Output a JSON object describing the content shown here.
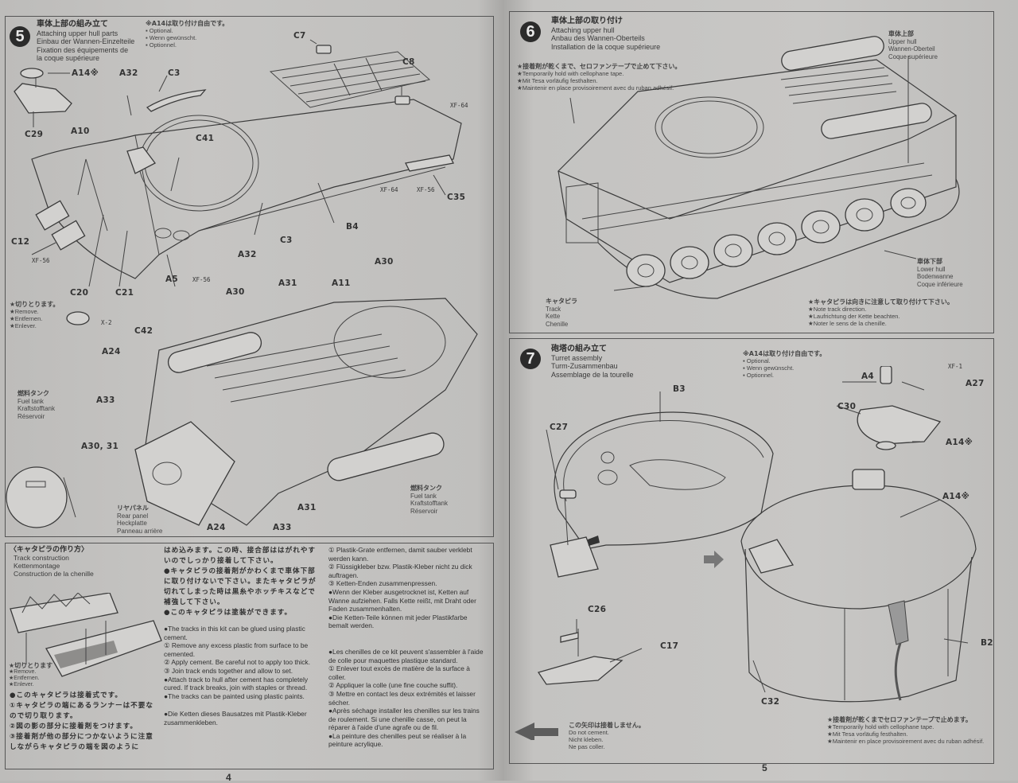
{
  "left_page": {
    "page_number": "4",
    "step5": {
      "number": "5",
      "title_jp": "車体上部の組み立て",
      "title_en": "Attaching upper hull parts",
      "title_de": "Einbau der Wannen-Einzelteile",
      "title_fr_1": "Fixation des équipements de",
      "title_fr_2": "la coque supérieure",
      "optional_note": {
        "jp": "※A14は取り付け自由です。",
        "en": "Optional.",
        "de": "Wenn gewünscht.",
        "fr": "Optionnel."
      },
      "remove_note": {
        "jp": "★切りとります。",
        "en": "★Remove.",
        "de": "★Entfernen.",
        "fr": "★Enlever."
      },
      "fuel_tank_label": {
        "jp": "燃料タンク",
        "en": "Fuel tank",
        "de": "Kraftstofftank",
        "fr": "Réservoir"
      },
      "rear_panel_label": {
        "jp": "リヤパネル",
        "en": "Rear panel",
        "de": "Heckplatte",
        "fr": "Panneau arrière"
      },
      "parts": {
        "a14": "A14※",
        "c29": "C29",
        "a32_top": "A32",
        "c3_top": "C3",
        "c7": "C7",
        "c8": "C8",
        "a10": "A10",
        "c41": "C41",
        "c12": "C12",
        "c20": "C20",
        "c21": "C21",
        "a32_bottom": "A32",
        "c3_bottom": "C3",
        "b4": "B4",
        "a5": "A5",
        "c35": "C35",
        "a30_top": "A30",
        "a30_mid": "A30",
        "a31_top": "A31",
        "a11": "A11",
        "c42": "C42",
        "a24_top": "A24",
        "a33_left": "A33",
        "a30_31": "A30, 31",
        "a24_bottom": "A24",
        "a33_bottom": "A33",
        "a31_bottom": "A31"
      },
      "paints": {
        "xf64_a": "XF-64",
        "xf64_b": "XF-64",
        "xf56_a": "XF-56",
        "xf56_b": "XF-56",
        "xf56_c": "XF-56",
        "x2": "X-2"
      }
    },
    "track_construction": {
      "title_jp": "〈キャタピラの作り方〉",
      "title_en": "Track construction",
      "title_de": "Kettenmontage",
      "title_fr": "Construction de la chenille",
      "remove_note": [
        "★切りとります",
        "★Remove.",
        "★Entfernen.",
        "★Enlever."
      ],
      "jp_col1": [
        "●このキャタピラは接着式です。",
        "①キャタピラの端にあるランナーは不要なので切り取ります。",
        "②図の影の部分に接着剤をつけます。",
        "③接着剤が他の部分につかないように注意しながらキャタピラの端を図のように"
      ],
      "jp_col2": [
        "はめ込みます。この時、接合部ははがれやすいのでしっかり接着して下さい。",
        "●キャタピラの接着剤がかわくまで車体下部に取り付けないで下さい。またキャタピラが切れてしまった時は黒糸やホッチキスなどで補強して下さい。",
        "●このキャタピラは塗装ができます。"
      ],
      "en": [
        "●The tracks in this kit can be glued using plastic cement.",
        "① Remove any excess plastic from surface to be cemented.",
        "② Apply cement. Be careful not to apply too thick.",
        "③ Join track ends together and allow to set.",
        "●Attach track to hull after cement has completely cured. If track breaks, join with staples or thread.",
        "●The tracks can be painted using plastic paints."
      ],
      "de_start": "●Die Ketten dieses Bausatzes mit Plastik-Kleber zusammenkleben.",
      "de": [
        "① Plastik-Grate entfernen, damit sauber verklebt werden kann.",
        "② Flüssigkleber bzw. Plastik-Kleber nicht zu dick auftragen.",
        "③ Ketten-Enden zusammenpressen.",
        "●Wenn der Kleber ausgetrocknet ist, Ketten auf Wanne aufziehen. Falls Kette reißt, mit Draht oder Faden zusammenhalten.",
        "●Die Ketten-Teile können mit jeder Plastikfarbe bemalt werden."
      ],
      "fr": [
        "●Les chenilles de ce kit peuvent s'assembler à l'aide de colle pour maquettes plastique standard.",
        "① Enlever tout excès de matière de la surface à coller.",
        "② Appliquer la colle (une fine couche suffit).",
        "③ Mettre en contact les deux extrémités et laisser sécher.",
        "●Après séchage installer les chenilles sur les trains de roulement. Si une chenille casse, on peut la réparer à l'aide d'une agrafe ou de fil.",
        "●La peinture des chenilles peut se réaliser à la peinture acrylique."
      ]
    }
  },
  "right_page": {
    "page_number": "5",
    "step6": {
      "number": "6",
      "title_jp": "車体上部の取り付け",
      "title_en": "Attaching upper hull",
      "title_de": "Anbau des Wannen-Oberteils",
      "title_fr": "Installation de la coque supérieure",
      "tape_note": {
        "jp": "★接着剤が乾くまで、セロファンテープで止めて下さい。",
        "en": "★Temporarily hold with cellophane tape.",
        "de": "★Mit Tesa vorläufig festhalten.",
        "fr": "★Maintenir en place provisoirement avec du ruban adhésif."
      },
      "upper_hull_label": {
        "jp": "車体上部",
        "en": "Upper hull",
        "de": "Wannen-Oberteil",
        "fr": "Coque supérieure"
      },
      "lower_hull_label": {
        "jp": "車体下部",
        "en": "Lower hull",
        "de": "Bodenwanne",
        "fr": "Coque inférieure"
      },
      "track_label": {
        "jp": "キャタピラ",
        "en": "Track",
        "de": "Kette",
        "fr": "Chenille"
      },
      "track_note": {
        "jp": "★キャタピラは向きに注意して取り付けて下さい。",
        "en": "★Note track direction.",
        "de": "★Laufrichtung der Kette beachten.",
        "fr": "★Noter le sens de la chenille."
      }
    },
    "step7": {
      "number": "7",
      "title_jp": "砲塔の組み立て",
      "title_en": "Turret assembly",
      "title_de": "Turm-Zusammenbau",
      "title_fr": "Assemblage de la tourelle",
      "optional_note": {
        "jp": "※A14は取り付け自由です。",
        "en": "Optional.",
        "de": "Wenn gewünscht.",
        "fr": "Optionnel."
      },
      "parts": {
        "b3": "B3",
        "c27": "C27",
        "a4": "A4",
        "a27": "A27",
        "c30": "C30",
        "a14_a": "A14※",
        "a14_b": "A14※",
        "c26": "C26",
        "c17": "C17",
        "b2": "B2",
        "c32": "C32"
      },
      "paints": {
        "xf1": "XF-1"
      },
      "no_cement_note": {
        "jp": "この矢印は接着しません。",
        "en": "Do not cement.",
        "de": "Nicht kleben.",
        "fr": "Ne pas coller."
      },
      "tape_note": {
        "jp": "★接着剤が乾くまでセロファンテープで止めます。",
        "en": "★Temporarily hold with cellophane tape.",
        "de": "★Mit Tesa vorläufig festhalten.",
        "fr": "★Maintenir en place provisoirement avec du ruban adhésif."
      }
    }
  }
}
